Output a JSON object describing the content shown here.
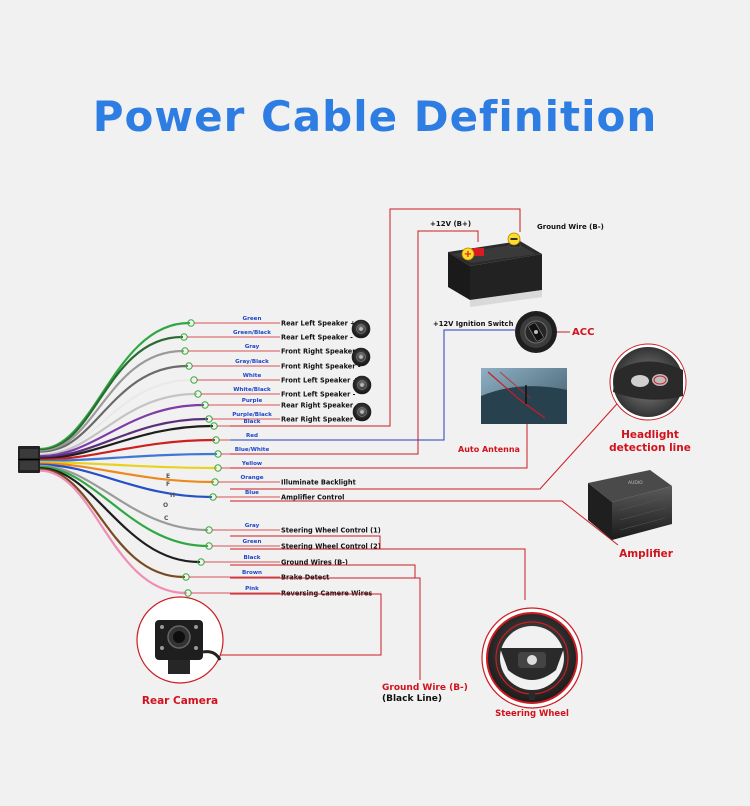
{
  "title": "Power Cable Definition",
  "colors": {
    "title": "#2e7de2",
    "leader": "#cc1c22",
    "signal": "#2a3dbb",
    "wire_label": "#1c46c8",
    "accent_label": "#d1121c"
  },
  "wires": [
    {
      "color_name": "Green",
      "function": "Rear Left Speaker +",
      "hex": "#2fa843"
    },
    {
      "color_name": "Green/Black",
      "function": "Rear Left Speaker -",
      "hex": "#2b6b33"
    },
    {
      "color_name": "Gray",
      "function": "Front Right Speaker +",
      "hex": "#9b9b9b"
    },
    {
      "color_name": "Gray/Black",
      "function": "Front Right Speaker -",
      "hex": "#6a6a6a"
    },
    {
      "color_name": "White",
      "function": "Front Left Speaker +",
      "hex": "#e9e9e9"
    },
    {
      "color_name": "White/Black",
      "function": "Front Left Speaker -",
      "hex": "#c4c4c4"
    },
    {
      "color_name": "Purple",
      "function": "Rear Right Speaker +",
      "hex": "#7d3ca6"
    },
    {
      "color_name": "Purple/Black",
      "function": "Rear Right Speaker -",
      "hex": "#5c2f7a"
    },
    {
      "color_name": "Black",
      "function": "",
      "hex": "#1e1e1e"
    },
    {
      "color_name": "Red",
      "function": "",
      "hex": "#cf2020"
    },
    {
      "color_name": "Blue/White",
      "function": "",
      "hex": "#3f77d8"
    },
    {
      "color_name": "Yellow",
      "function": "",
      "hex": "#e8d21e"
    },
    {
      "color_name": "Orange",
      "function": "Illuminate Backlight",
      "hex": "#ee8a1d"
    },
    {
      "color_name": "Blue",
      "function": "Amplifier Control",
      "hex": "#2450c8"
    },
    {
      "color_name": "Gray",
      "function": "Steering Wheel Control (1)",
      "hex": "#9b9b9b"
    },
    {
      "color_name": "Green",
      "function": "Steering Wheel Control (2)",
      "hex": "#2fa843"
    },
    {
      "color_name": "Black",
      "function": "Ground Wires (B-)",
      "hex": "#1e1e1e"
    },
    {
      "color_name": "Brown",
      "function": "Brake Detect",
      "hex": "#7a4a22"
    },
    {
      "color_name": "Pink",
      "function": "Reversing Camere Wires",
      "hex": "#ef8fb6"
    }
  ],
  "connector_marks": [
    "E",
    "F",
    "C",
    "H",
    "O"
  ],
  "components": {
    "battery_positive": "+12V  (B+)",
    "ground_wire": "Ground Wire (B-)",
    "ignition": "+12V  Ignition Switch",
    "acc": "ACC",
    "auto_antenna": "Auto Antenna",
    "headlight_line1": "Headlight",
    "headlight_line2": "detection line",
    "amplifier": "Amplifier",
    "amplifier_badge": "AUDIO",
    "rear_camera": "Rear Camera",
    "ground_bottom_line1": "Ground Wire (B-)",
    "ground_bottom_line2": "(Black Line)",
    "steering_wheel": "Steering Wheel"
  }
}
